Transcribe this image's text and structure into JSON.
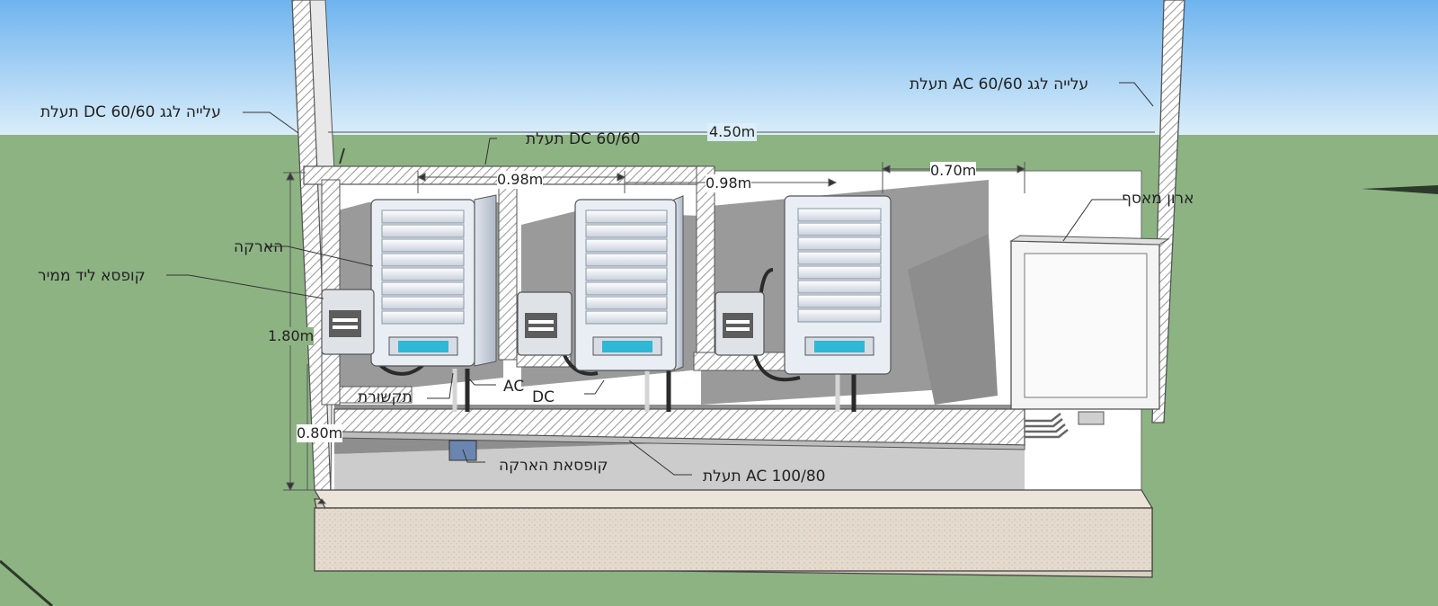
{
  "labels": {
    "dc_riser": "תעלת DC עלייה לגג 60/60",
    "ac_riser": "תעלת AC עלייה לגג 60/60",
    "dc_tray": "תעלת DC 60/60",
    "grounding": "הארקה",
    "led_box": "קופסא ליד ממיר",
    "communication": "תקשורת",
    "ac": "AC",
    "dc": "DC",
    "ground_box": "קופסאת הארקה",
    "ac_tray": "תעלת AC 100/80",
    "collector_cabinet": "ארון מאסף"
  },
  "dimensions": {
    "total_width": "4.50m",
    "spacing_1": "0.98m",
    "spacing_2": "0.98m",
    "spacing_3": "0.70m",
    "height_total": "1.80m",
    "height_base": "0.80m"
  },
  "colors": {
    "sky_top": "#6fb4ef",
    "sky_bottom": "#dbeefa",
    "grass": "#8db383",
    "wall": "#ffffff",
    "shadow": "#9a9a9a",
    "base": "#e6dccf",
    "inverter": "#e9eef5",
    "display": "#2fb7d6",
    "cabinet": "#f4f4f4"
  }
}
